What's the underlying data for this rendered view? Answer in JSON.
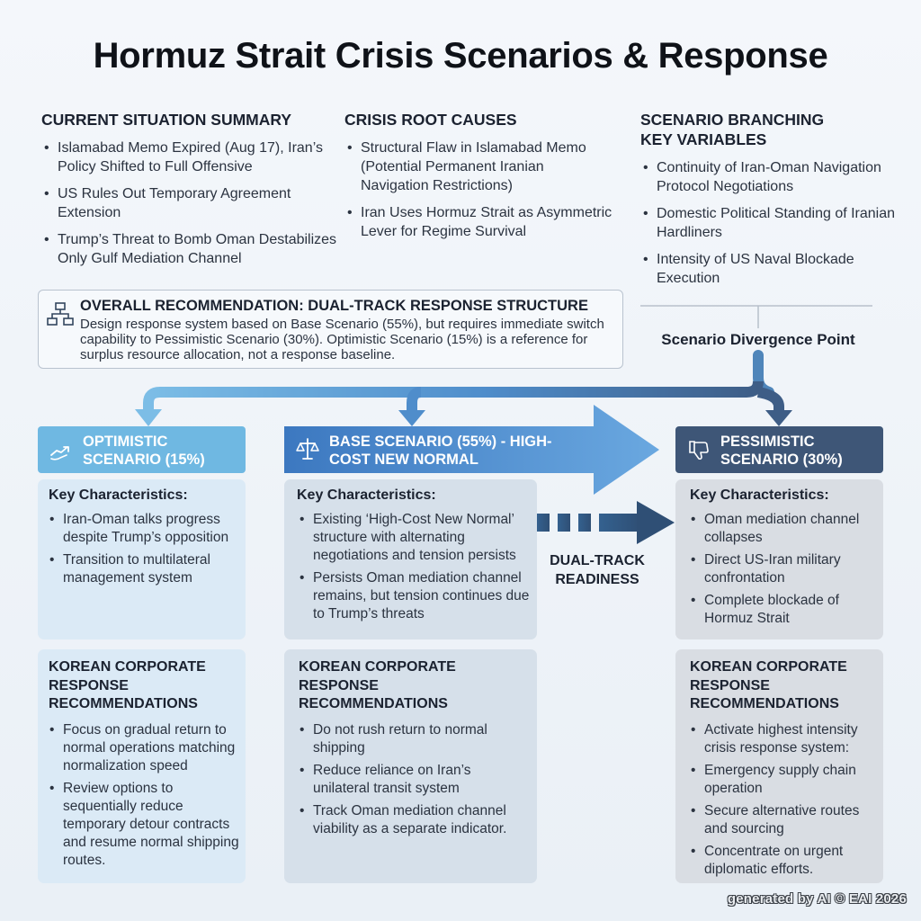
{
  "title": "Hormuz Strait Crisis Scenarios & Response",
  "current_situation": {
    "heading": "CURRENT SITUATION SUMMARY",
    "items": [
      "Islamabad Memo Expired (Aug 17), Iran’s Policy Shifted to Full Offensive",
      "US Rules Out Temporary Agreement Extension",
      "Trump’s Threat to Bomb Oman Destabilizes Only Gulf Mediation Channel"
    ]
  },
  "root_causes": {
    "heading": "CRISIS ROOT CAUSES",
    "items": [
      "Structural Flaw in Islamabad Memo (Potential Permanent Iranian Navigation Restrictions)",
      "Iran Uses Hormuz Strait as Asymmetric Lever for Regime Survival"
    ]
  },
  "key_variables": {
    "heading": "SCENARIO BRANCHING KEY VARIABLES",
    "items": [
      "Continuity of Iran-Oman Navigation Protocol Negotiations",
      "Domestic Political Standing of Iranian Hardliners",
      "Intensity of US Naval Blockade Execution"
    ]
  },
  "recommendation": {
    "icon": "hierarchy-icon",
    "title": "OVERALL RECOMMENDATION: DUAL-TRACK RESPONSE STRUCTURE",
    "body": "Design response system based on Base Scenario (55%), but requires immediate switch capability to Pessimistic Scenario (30%). Optimistic Scenario (15%) is a reference for surplus resource allocation, not a response baseline."
  },
  "divergence_label": "Scenario Divergence Point",
  "dual_track_label": "DUAL-TRACK READINESS",
  "scenarios": {
    "optimistic": {
      "banner": "OPTIMISTIC SCENARIO (15%)",
      "icon": "handshake-icon",
      "color": "#6fb8e2",
      "characteristics_title": "Key Characteristics:",
      "characteristics": [
        "Iran-Oman talks progress despite Trump’s opposition",
        "Transition to multilateral management system"
      ],
      "response_title": "KOREAN CORPORATE RESPONSE RECOMMENDATIONS",
      "response": [
        "Focus on gradual return to normal operations matching normalization speed",
        "Review options to sequentially reduce temporary detour contracts and resume normal shipping routes."
      ]
    },
    "base": {
      "banner": "BASE SCENARIO (55%) - HIGH-COST NEW NORMAL",
      "icon": "scales-icon",
      "color": "#4f8dcb",
      "characteristics_title": "Key Characteristics:",
      "characteristics": [
        "Existing ‘High-Cost New Normal’ structure with alternating negotiations and tension persists",
        "Persists Oman mediation channel remains, but tension continues due to Trump’s threats"
      ],
      "response_title": "KOREAN CORPORATE RESPONSE RECOMMENDATIONS",
      "response": [
        "Do not rush return to normal shipping",
        "Reduce reliance on Iran’s unilateral transit system",
        "Track Oman mediation channel viability as a separate indicator."
      ]
    },
    "pessimistic": {
      "banner": "PESSIMISTIC SCENARIO (30%)",
      "icon": "thumbs-down-icon",
      "color": "#3e5677",
      "characteristics_title": "Key Characteristics:",
      "characteristics": [
        "Oman mediation channel collapses",
        "Direct US-Iran military confrontation",
        "Complete blockade of Hormuz Strait"
      ],
      "response_title": "KOREAN CORPORATE RESPONSE RECOMMENDATIONS",
      "response": [
        "Activate highest intensity crisis response system:",
        "Emergency supply chain operation",
        "Secure alternative routes and sourcing",
        "Concentrate on urgent diplomatic efforts."
      ]
    }
  },
  "credit": "generated by AI © EAI 2026"
}
